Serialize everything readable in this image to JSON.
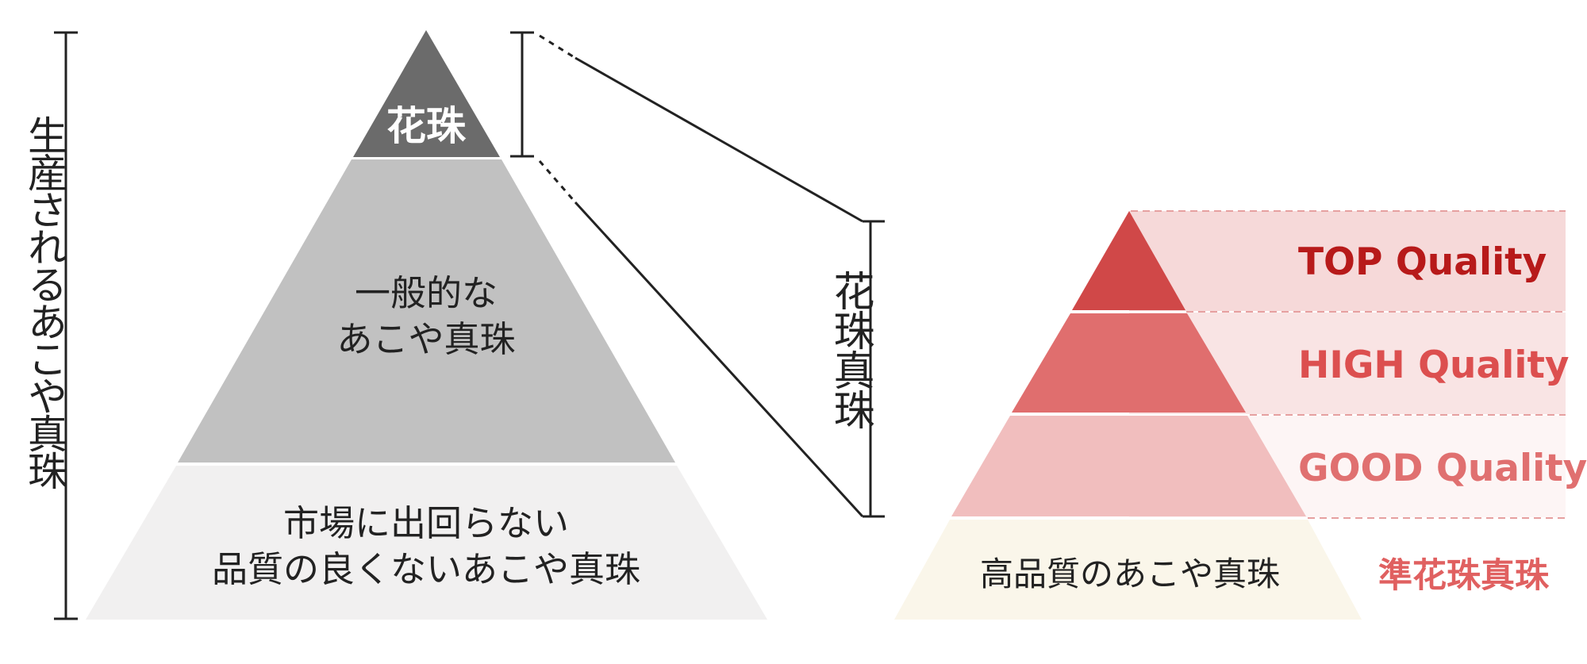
{
  "left_pyramid": {
    "vertical_label": "生産されるあこや真珠",
    "tiers": [
      {
        "lines": [
          "花珠"
        ],
        "fill": "#6b6b6b",
        "text_color": "#ffffff"
      },
      {
        "lines": [
          "一般的な",
          "あこや真珠"
        ],
        "fill": "#c1c1c1",
        "text_color": "#222222"
      },
      {
        "lines": [
          "市場に出回らない",
          "品質の良くないあこや真珠"
        ],
        "fill": "#f1f0f0",
        "text_color": "#222222"
      }
    ]
  },
  "hanadama_bracket": {
    "vertical_label": "花珠真珠"
  },
  "right_pyramid": {
    "tiers": [
      {
        "label": "TOP Quality",
        "fill": "#d04848",
        "band_fill": "#f6d9d9",
        "label_color": "#b71a1a"
      },
      {
        "label": "HIGH Quality",
        "fill": "#e06e6e",
        "band_fill": "#f9e4e4",
        "label_color": "#dc4f4f"
      },
      {
        "label": "GOOD Quality",
        "fill": "#f1bebe",
        "band_fill": "#fdf5f5",
        "label_color": "#e07070"
      }
    ],
    "base": {
      "label": "高品質のあこや真珠",
      "fill": "#faf6ea",
      "side_label": "準花珠真珠",
      "side_label_color": "#e06060"
    }
  }
}
